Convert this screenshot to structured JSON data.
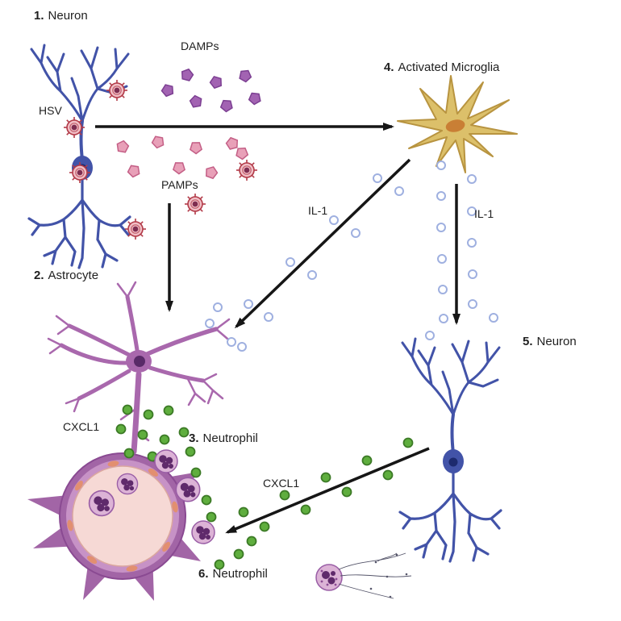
{
  "figure": {
    "description": "HSV-induced neuroinflammation signaling diagram"
  },
  "labels": {
    "neuron1": {
      "num": "1.",
      "name": "Neuron"
    },
    "astrocyte2": {
      "num": "2.",
      "name": "Astrocyte"
    },
    "neutrophil3": {
      "num": "3.",
      "name": "Neutrophil"
    },
    "microglia4": {
      "num": "4.",
      "name": "Activated Microglia"
    },
    "neuron5": {
      "num": "5.",
      "name": "Neuron"
    },
    "neutrophil6": {
      "num": "6.",
      "name": "Neutrophil"
    },
    "hsv": "HSV",
    "damps": "DAMPs",
    "pamps": "PAMPs",
    "il1_left": "IL-1",
    "il1_right": "IL-1",
    "cxcl1_left": "CXCL1",
    "cxcl1_mid": "CXCL1"
  },
  "colors": {
    "background": "#ffffff",
    "label_color": "#1f1f1f",
    "arrow_black": "#161616",
    "neuron_blue": "#4253a8",
    "neuron_dark": "#1d2a6e",
    "damp_purple": "#a263b2",
    "damp_dark": "#7c3f92",
    "pamp_pink": "#e8a0b8",
    "pamp_dark": "#c45f86",
    "hsv_red": "#b23a48",
    "hsv_core": "#7e2d50",
    "microglia_body": "#dcc06a",
    "microglia_dark": "#b89440",
    "microglia_nucleus": "#c97f35",
    "astro_purple": "#a968ad",
    "astro_dark": "#592a68",
    "il1_blue": "#9fb0e0",
    "cxcl1_green": "#5fae3e",
    "cxcl1_dark": "#3c7a26",
    "vessel_wall": "#a265a6",
    "vessel_band": "#c792c6",
    "vessel_lumen": "#f6d9d5",
    "endothelial": "#e28f70",
    "neutrophil_body": "#dcb3d6",
    "neutrophil_nucleus": "#5f2a6b"
  }
}
